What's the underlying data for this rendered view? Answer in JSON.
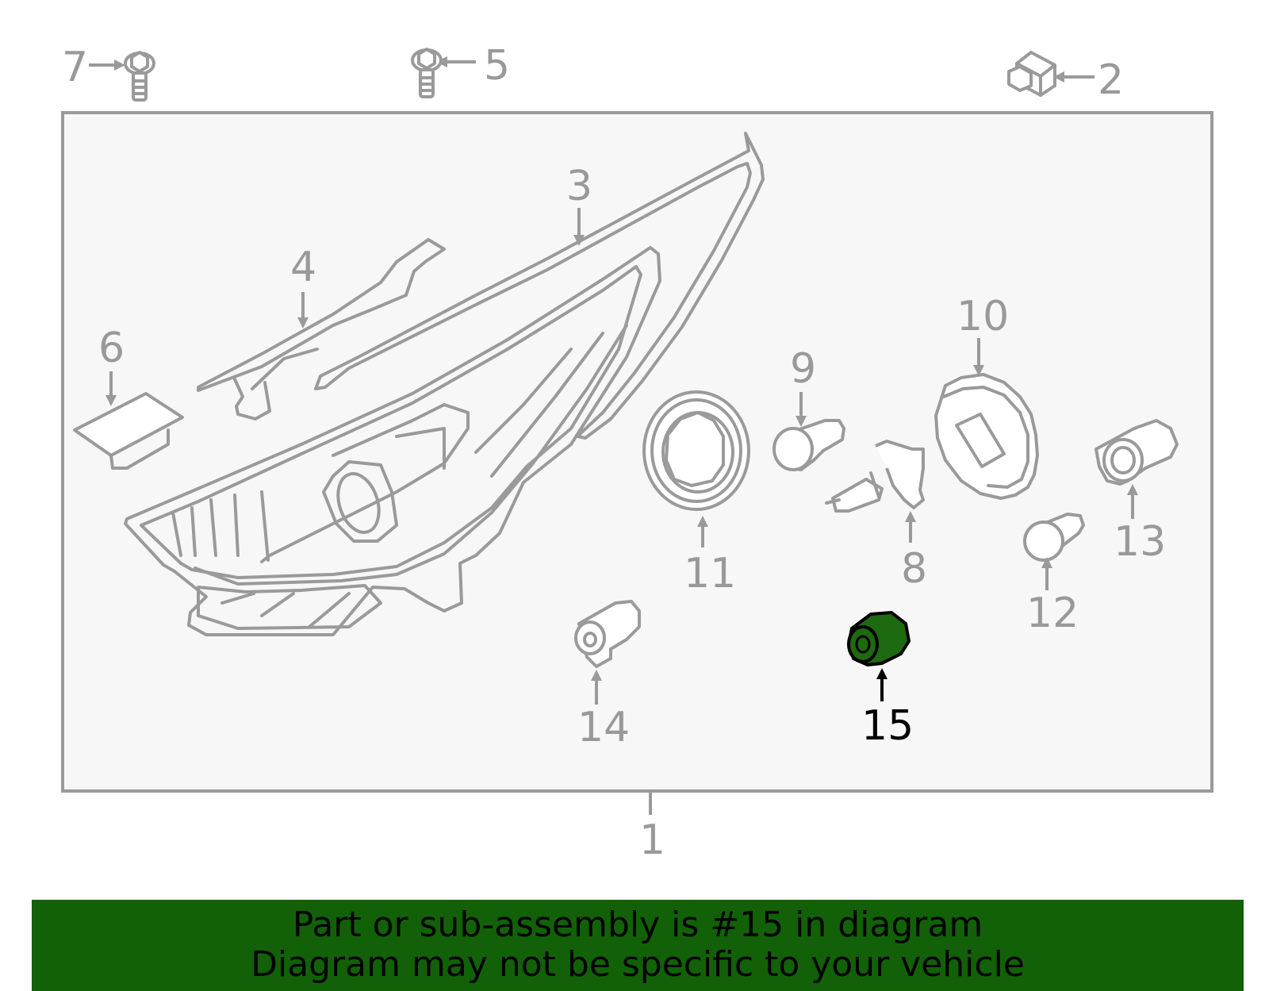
{
  "diagram": {
    "callouts": [
      {
        "id": "c7",
        "label": "7"
      },
      {
        "id": "c5",
        "label": "5"
      },
      {
        "id": "c2",
        "label": "2"
      },
      {
        "id": "c3",
        "label": "3"
      },
      {
        "id": "c4",
        "label": "4"
      },
      {
        "id": "c6",
        "label": "6"
      },
      {
        "id": "c10",
        "label": "10"
      },
      {
        "id": "c9",
        "label": "9"
      },
      {
        "id": "c11",
        "label": "11"
      },
      {
        "id": "c8",
        "label": "8"
      },
      {
        "id": "c13",
        "label": "13"
      },
      {
        "id": "c12",
        "label": "12"
      },
      {
        "id": "c14",
        "label": "14"
      },
      {
        "id": "c15",
        "label": "15"
      },
      {
        "id": "c1",
        "label": "1"
      }
    ],
    "highlighted_part": "15",
    "colors": {
      "line_art": "#9a9a9a",
      "highlight_fill": "#1e6a10",
      "highlight_text": "#000000",
      "box_background": "#f7f7f7",
      "banner_background": "#126108"
    }
  },
  "footer": {
    "line1": "Part or sub-assembly is #15 in diagram",
    "line2": "Diagram may not be specific to your vehicle"
  }
}
